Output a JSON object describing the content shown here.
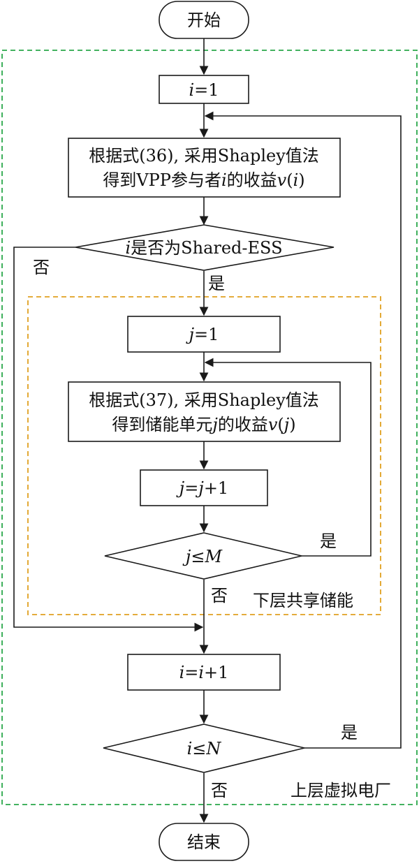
{
  "nodes": {
    "start": "开始",
    "i_init_var": "i",
    "i_init_rest": "=1",
    "v_i_line1": "根据式(36), 采用Shapley值法",
    "v_i_line2_pre": "得到VPP参与者",
    "v_i_line2_var": "i",
    "v_i_line2_mid": "的收益",
    "v_i_line2_func": "v",
    "v_i_line2_arg": "i",
    "check_var": "i",
    "check_rest": "是否为Shared-ESS",
    "j_init_var": "j",
    "j_init_rest": "=1",
    "v_j_line1": "根据式(37), 采用Shapley值法",
    "v_j_line2_pre": "得到储能单元",
    "v_j_line2_var": "j",
    "v_j_line2_mid": "的收益",
    "v_j_line2_func": "v",
    "v_j_line2_arg": "j",
    "j_inc_a": "j",
    "j_inc_b": "j",
    "j_inc_rest": "+1",
    "j_cmp_var": "j",
    "j_cmp_op": "≤",
    "j_cmp_bound": "M",
    "i_inc_a": "i",
    "i_inc_b": "i",
    "i_inc_rest": "+1",
    "i_cmp_var": "i",
    "i_cmp_op": "≤",
    "i_cmp_bound": "N",
    "end": "结束"
  },
  "edge_labels": {
    "shared_no": "否",
    "shared_yes": "是",
    "j_loop_yes": "是",
    "j_loop_no": "否",
    "i_loop_yes": "是",
    "i_loop_no": "否"
  },
  "regions": {
    "inner": "下层共享储能",
    "outer": "上层虚拟电厂"
  },
  "colors": {
    "outer_border": "#2aa84a",
    "inner_border": "#e0a020",
    "line": "#1a1a1a"
  }
}
